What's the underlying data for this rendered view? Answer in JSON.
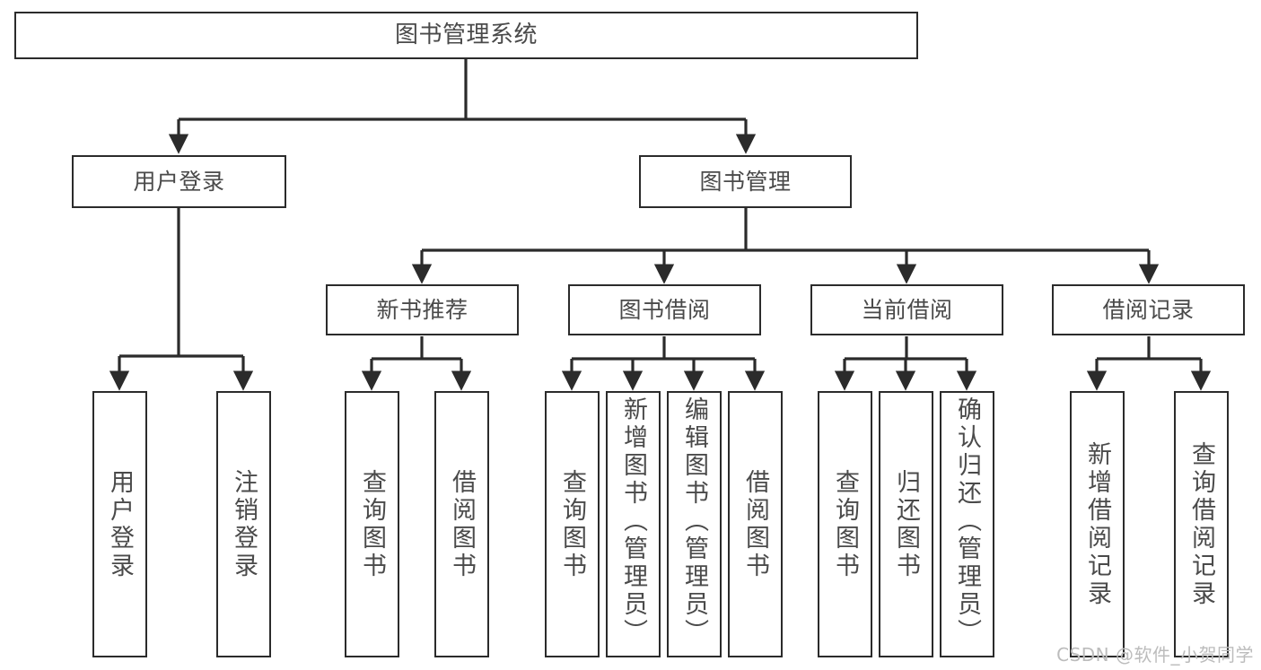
{
  "diagram": {
    "title": "图书管理系统",
    "type": "tree-structure-chart",
    "watermark": "CSDN @软件_小贺同学",
    "colors": {
      "background": "#ffffff",
      "box_border": "#2b2b2b",
      "box_fill": "#ffffff",
      "text": "#4a4a4a",
      "edge": "#2b2b2b",
      "watermark": "#bcbcbc"
    },
    "root": {
      "label": "图书管理系统"
    },
    "level1": [
      {
        "label": "用户登录"
      },
      {
        "label": "图书管理"
      }
    ],
    "level2": [
      {
        "label": "新书推荐"
      },
      {
        "label": "图书借阅"
      },
      {
        "label": "当前借阅"
      },
      {
        "label": "借阅记录"
      }
    ],
    "leaves": {
      "user_login": [
        {
          "label": "用户登录"
        },
        {
          "label": "注销登录"
        }
      ],
      "new_book_recommend": [
        {
          "label": "查询图书"
        },
        {
          "label": "借阅图书"
        }
      ],
      "book_borrow": [
        {
          "label": "查询图书"
        },
        {
          "label": "新增图书（管理员）"
        },
        {
          "label": "编辑图书（管理员）"
        },
        {
          "label": "借阅图书"
        }
      ],
      "current_borrow": [
        {
          "label": "查询图书"
        },
        {
          "label": "归还图书"
        },
        {
          "label": "确认归还（管理员）"
        }
      ],
      "borrow_records": [
        {
          "label": "新增借阅记录"
        },
        {
          "label": "查询借阅记录"
        }
      ]
    }
  }
}
